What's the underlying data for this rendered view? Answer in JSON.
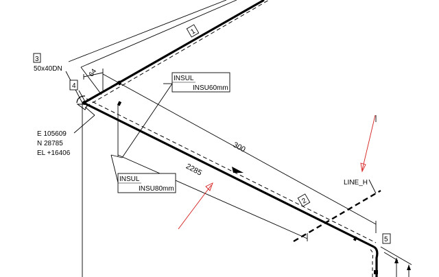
{
  "callouts": {
    "c1": "1",
    "c2": "2",
    "c3": "3",
    "c4": "4",
    "c5": "5"
  },
  "spec_label": "50x40DN",
  "dims": {
    "d64": "64",
    "d300": "300",
    "d2285": "2285"
  },
  "insul_boxes": [
    {
      "line1": "INSUL",
      "line2": "INSU60mm"
    },
    {
      "line1": "INSUL",
      "line2": "INSU80mm"
    }
  ],
  "coords": {
    "e": "E 105609",
    "n": "N 28785",
    "el": "EL +16406"
  },
  "line_label": "LINE_H",
  "colors": {
    "line": "#000000",
    "annotation_arrow": "#d61f1f",
    "background": "#ffffff"
  }
}
